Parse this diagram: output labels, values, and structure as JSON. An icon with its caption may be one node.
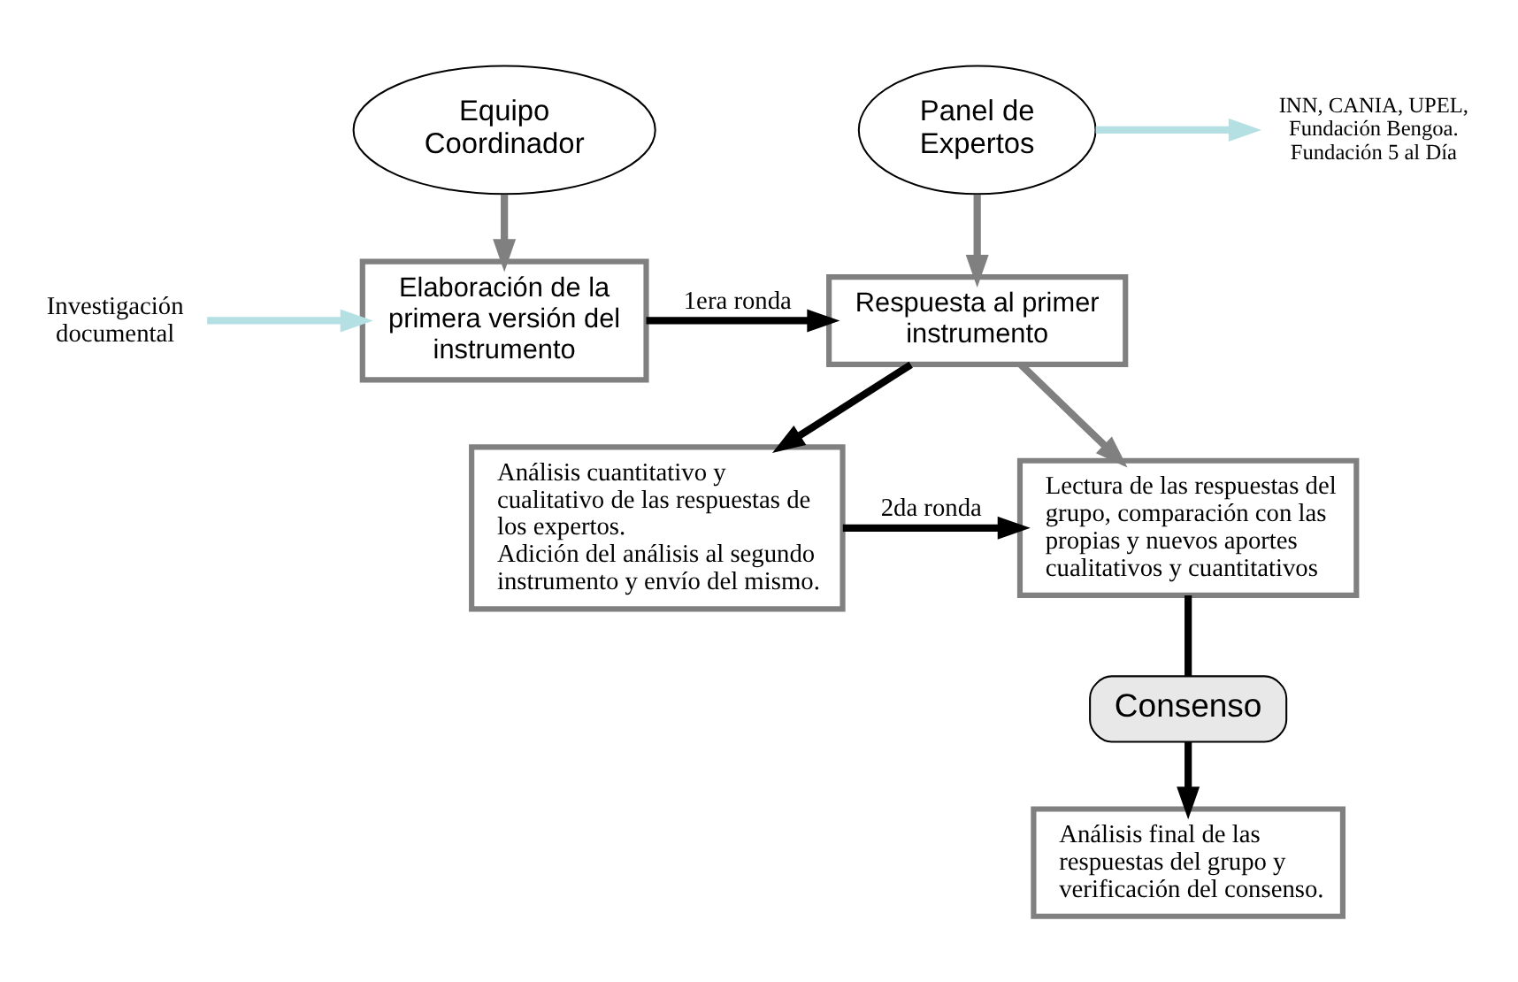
{
  "diagram": {
    "nodes": [
      {
        "text": [
          "Equipo Coordinador"
        ]
      },
      {
        "text": [
          "Panel de Expertos"
        ]
      },
      {
        "text": [
          "INN, CANIA, UPEL, Fundación Bengoa. Fundación 5 al Día"
        ]
      },
      {
        "text": [
          "Investigación documental"
        ]
      },
      {
        "text": [
          "Elaboración de la primera versión del instrumento"
        ]
      },
      {
        "text": [
          "Respuesta al primer instrumento"
        ]
      },
      {
        "text": [
          "Análisis cuantitativo y cualitativo de las respuestas de los expertos.",
          "Adición del análisis al segundo instrumento y envío del mismo."
        ]
      },
      {
        "text": [
          "Lectura de las respuestas del grupo, comparación con las propias y nuevos aportes cualitativos y cuantitativos"
        ]
      },
      {
        "text": [
          "Consenso"
        ]
      },
      {
        "text": [
          "Análisis final de las respuestas del grupo y verificación del consenso."
        ]
      }
    ],
    "edges": [
      {
        "from": 0,
        "to": 4,
        "arrow": "to",
        "color": "#808080"
      },
      {
        "from": 1,
        "to": 5,
        "arrow": "to",
        "color": "#808080"
      },
      {
        "from": 1,
        "to": 2,
        "arrow": "to",
        "color": "#b4dfe3"
      },
      {
        "from": 3,
        "to": 4,
        "arrow": "to",
        "color": "#b4dfe3"
      },
      {
        "from": 4,
        "to": 5,
        "arrow": "to",
        "label": "1era ronda"
      },
      {
        "from": 5,
        "to": 6,
        "arrow": "to"
      },
      {
        "from": 5,
        "to": 7,
        "arrow": "to",
        "color": "#808080"
      },
      {
        "from": 6,
        "to": 7,
        "arrow": "to",
        "label": "2da ronda"
      },
      {
        "from": 7,
        "to": 8,
        "arrow": "none"
      },
      {
        "from": 8,
        "to": 9,
        "arrow": "to"
      }
    ]
  }
}
